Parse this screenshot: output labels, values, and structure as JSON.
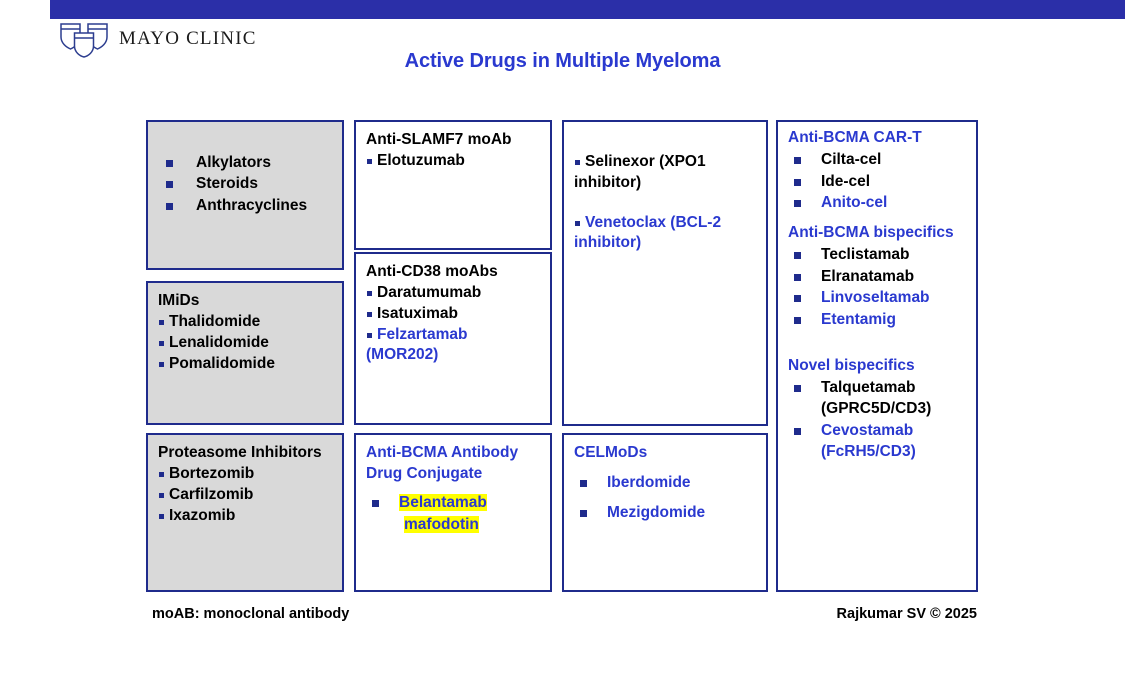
{
  "brand": {
    "name": "MAYO CLINIC",
    "logo_icon": "mayo-shields-icon",
    "bar_color": "#2b2fa8"
  },
  "title": "Active Drugs in Multiple Myeloma",
  "colors": {
    "title_blue": "#2a39cf",
    "border_navy": "#1f2b8c",
    "box_gray": "#d9d9d9",
    "highlight_yellow": "#ffff00",
    "text_black": "#000000"
  },
  "columns": [
    {
      "id": "col1",
      "boxes": [
        {
          "id": "classic-agents",
          "fill": "gray",
          "header": null,
          "items": [
            {
              "text": "Alkylators",
              "color": "black"
            },
            {
              "text": "Steroids",
              "color": "black"
            },
            {
              "text": "Anthracyclines",
              "color": "black"
            }
          ]
        },
        {
          "id": "imids",
          "fill": "gray",
          "header": {
            "text": "IMiDs",
            "color": "black"
          },
          "items": [
            {
              "text": "Thalidomide",
              "color": "black"
            },
            {
              "text": "Lenalidomide",
              "color": "black"
            },
            {
              "text": "Pomalidomide",
              "color": "black"
            }
          ]
        },
        {
          "id": "proteasome-inhibitors",
          "fill": "gray",
          "header": {
            "text": "Proteasome Inhibitors",
            "color": "black"
          },
          "items": [
            {
              "text": "Bortezomib",
              "color": "black"
            },
            {
              "text": "Carfilzomib",
              "color": "black"
            },
            {
              "text": "Ixazomib",
              "color": "black"
            }
          ]
        }
      ]
    },
    {
      "id": "col2",
      "boxes": [
        {
          "id": "anti-slamf7-moab",
          "fill": "white",
          "header": {
            "text": "Anti-SLAMF7 moAb",
            "color": "black"
          },
          "items": [
            {
              "text": "Elotuzumab",
              "color": "black"
            }
          ]
        },
        {
          "id": "anti-cd38-moabs",
          "fill": "white",
          "header": {
            "text": "Anti-CD38 moAbs",
            "color": "black"
          },
          "items": [
            {
              "text": "Daratumumab",
              "color": "black"
            },
            {
              "text": "Isatuximab",
              "color": "black"
            },
            {
              "text": "Felzartamab",
              "color": "blue"
            },
            {
              "text": "(MOR202)",
              "color": "blue",
              "continuation": true
            }
          ]
        },
        {
          "id": "anti-bcma-adc",
          "fill": "white",
          "header": {
            "text": "Anti-BCMA Antibody",
            "color": "blue"
          },
          "header2": {
            "text": "Drug Conjugate",
            "color": "blue"
          },
          "items": [
            {
              "text": "Belantamab",
              "color": "blue",
              "highlight": true
            },
            {
              "text": "mafodotin",
              "color": "blue",
              "highlight": true,
              "continuation": true
            }
          ]
        }
      ]
    },
    {
      "id": "col3",
      "boxes": [
        {
          "id": "other-agents",
          "fill": "white",
          "header": null,
          "items": [
            {
              "text": "Selinexor (XPO1",
              "color": "black"
            },
            {
              "text": "inhibitor)",
              "color": "black",
              "continuation": true
            },
            {
              "text": "Venetoclax  (BCL-2",
              "color": "blue",
              "spaced": true
            },
            {
              "text": "inhibitor)",
              "color": "blue",
              "continuation": true
            }
          ]
        },
        {
          "id": "celmods",
          "fill": "white",
          "header": {
            "text": "CELMoDs",
            "color": "blue"
          },
          "items": [
            {
              "text": "Iberdomide",
              "color": "blue"
            },
            {
              "text": "Mezigdomide",
              "color": "blue"
            }
          ]
        }
      ]
    },
    {
      "id": "col4",
      "boxes": [
        {
          "id": "bcma-and-bispecifics",
          "fill": "white",
          "groups": [
            {
              "id": "anti-bcma-car-t",
              "header": {
                "text": "Anti-BCMA CAR-T",
                "color": "blue"
              },
              "items": [
                {
                  "text": "Cilta-cel",
                  "color": "black"
                },
                {
                  "text": "Ide-cel",
                  "color": "black"
                },
                {
                  "text": "Anito-cel",
                  "color": "blue"
                }
              ]
            },
            {
              "id": "anti-bcma-bispecifics",
              "header": {
                "text": "Anti-BCMA bispecifics",
                "color": "blue"
              },
              "items": [
                {
                  "text": "Teclistamab",
                  "color": "black"
                },
                {
                  "text": "Elranatamab",
                  "color": "black"
                },
                {
                  "text": "Linvoseltamab",
                  "color": "blue"
                },
                {
                  "text": "Etentamig",
                  "color": "blue"
                }
              ]
            },
            {
              "id": "novel-bispecifics",
              "header": {
                "text": "Novel bispecifics",
                "color": "blue"
              },
              "items": [
                {
                  "text": "Talquetamab",
                  "color": "black"
                },
                {
                  "text": "(GPRC5D/CD3)",
                  "color": "black",
                  "continuation": true
                },
                {
                  "text": "Cevostamab",
                  "color": "blue"
                },
                {
                  "text": "(FcRH5/CD3)",
                  "color": "blue",
                  "continuation": true
                }
              ]
            }
          ]
        }
      ]
    }
  ],
  "footer": {
    "abbreviation": "moAB: monoclonal antibody",
    "credit": "Rajkumar SV © 2025"
  }
}
